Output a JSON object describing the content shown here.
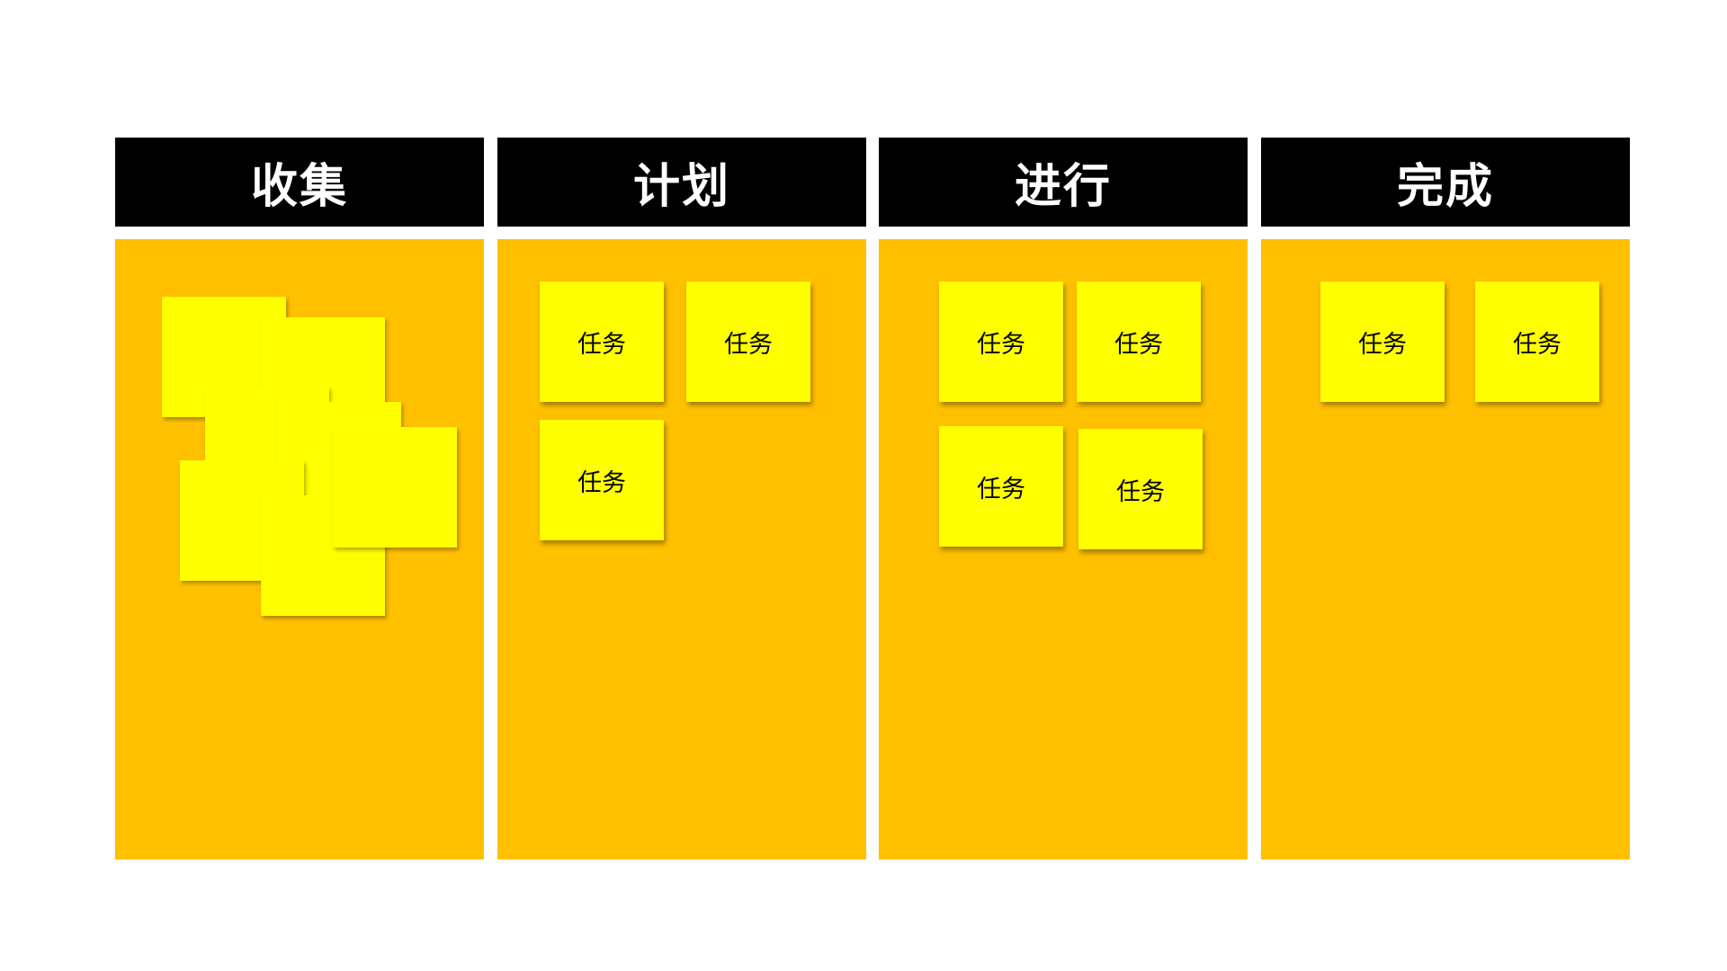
{
  "colors": {
    "header_bg": "#000000",
    "header_text": "#ffffff",
    "column_bg": "#ffc000",
    "note_bg": "#ffff00"
  },
  "columns": [
    {
      "title": "收集"
    },
    {
      "title": "计划"
    },
    {
      "title": "进行"
    },
    {
      "title": "完成"
    }
  ],
  "task_label": "任务"
}
